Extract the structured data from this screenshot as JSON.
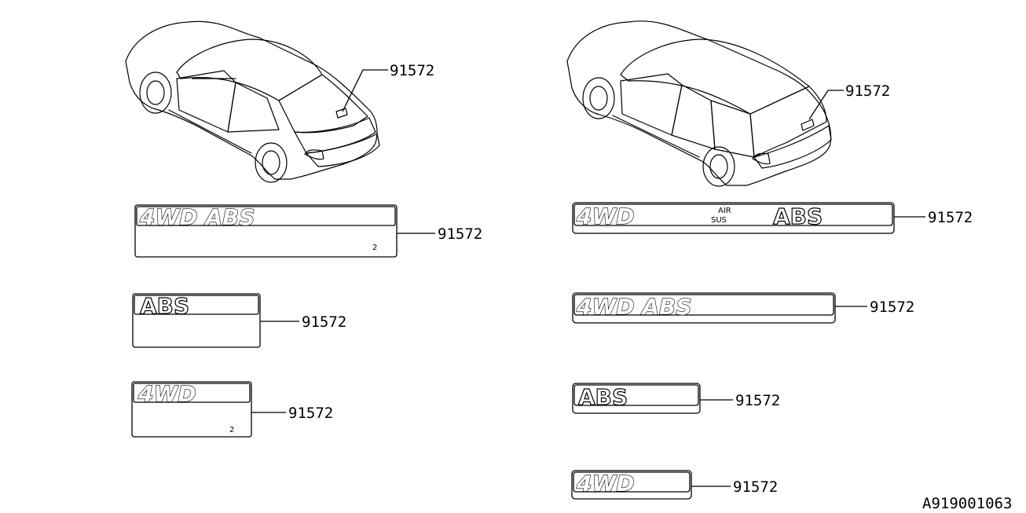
{
  "diagram": {
    "part_number": "91572",
    "drawing_id": "A919001063",
    "badges": {
      "sedan_large": {
        "line1": "4WD ABS",
        "qty": "2"
      },
      "sedan_abs": {
        "text": "ABS"
      },
      "sedan_4wd": {
        "text": "4WD",
        "qty": "2"
      },
      "wagon_airsus_top": "AIR",
      "wagon_airsus_bottom": "SUS",
      "wagon_4wd": "4WD",
      "wagon_abs": "ABS",
      "wagon_4wd_abs": "4WD ABS"
    },
    "callouts": [
      {
        "id": "sedan-car",
        "label": "91572"
      },
      {
        "id": "wagon-car",
        "label": "91572"
      },
      {
        "id": "sedan-4wd-abs",
        "label": "91572"
      },
      {
        "id": "sedan-abs",
        "label": "91572"
      },
      {
        "id": "sedan-4wd",
        "label": "91572"
      },
      {
        "id": "wagon-4wd-airsus-abs",
        "label": "91572"
      },
      {
        "id": "wagon-4wd-abs",
        "label": "91572"
      },
      {
        "id": "wagon-abs",
        "label": "91572"
      },
      {
        "id": "wagon-4wd",
        "label": "91572"
      }
    ]
  }
}
